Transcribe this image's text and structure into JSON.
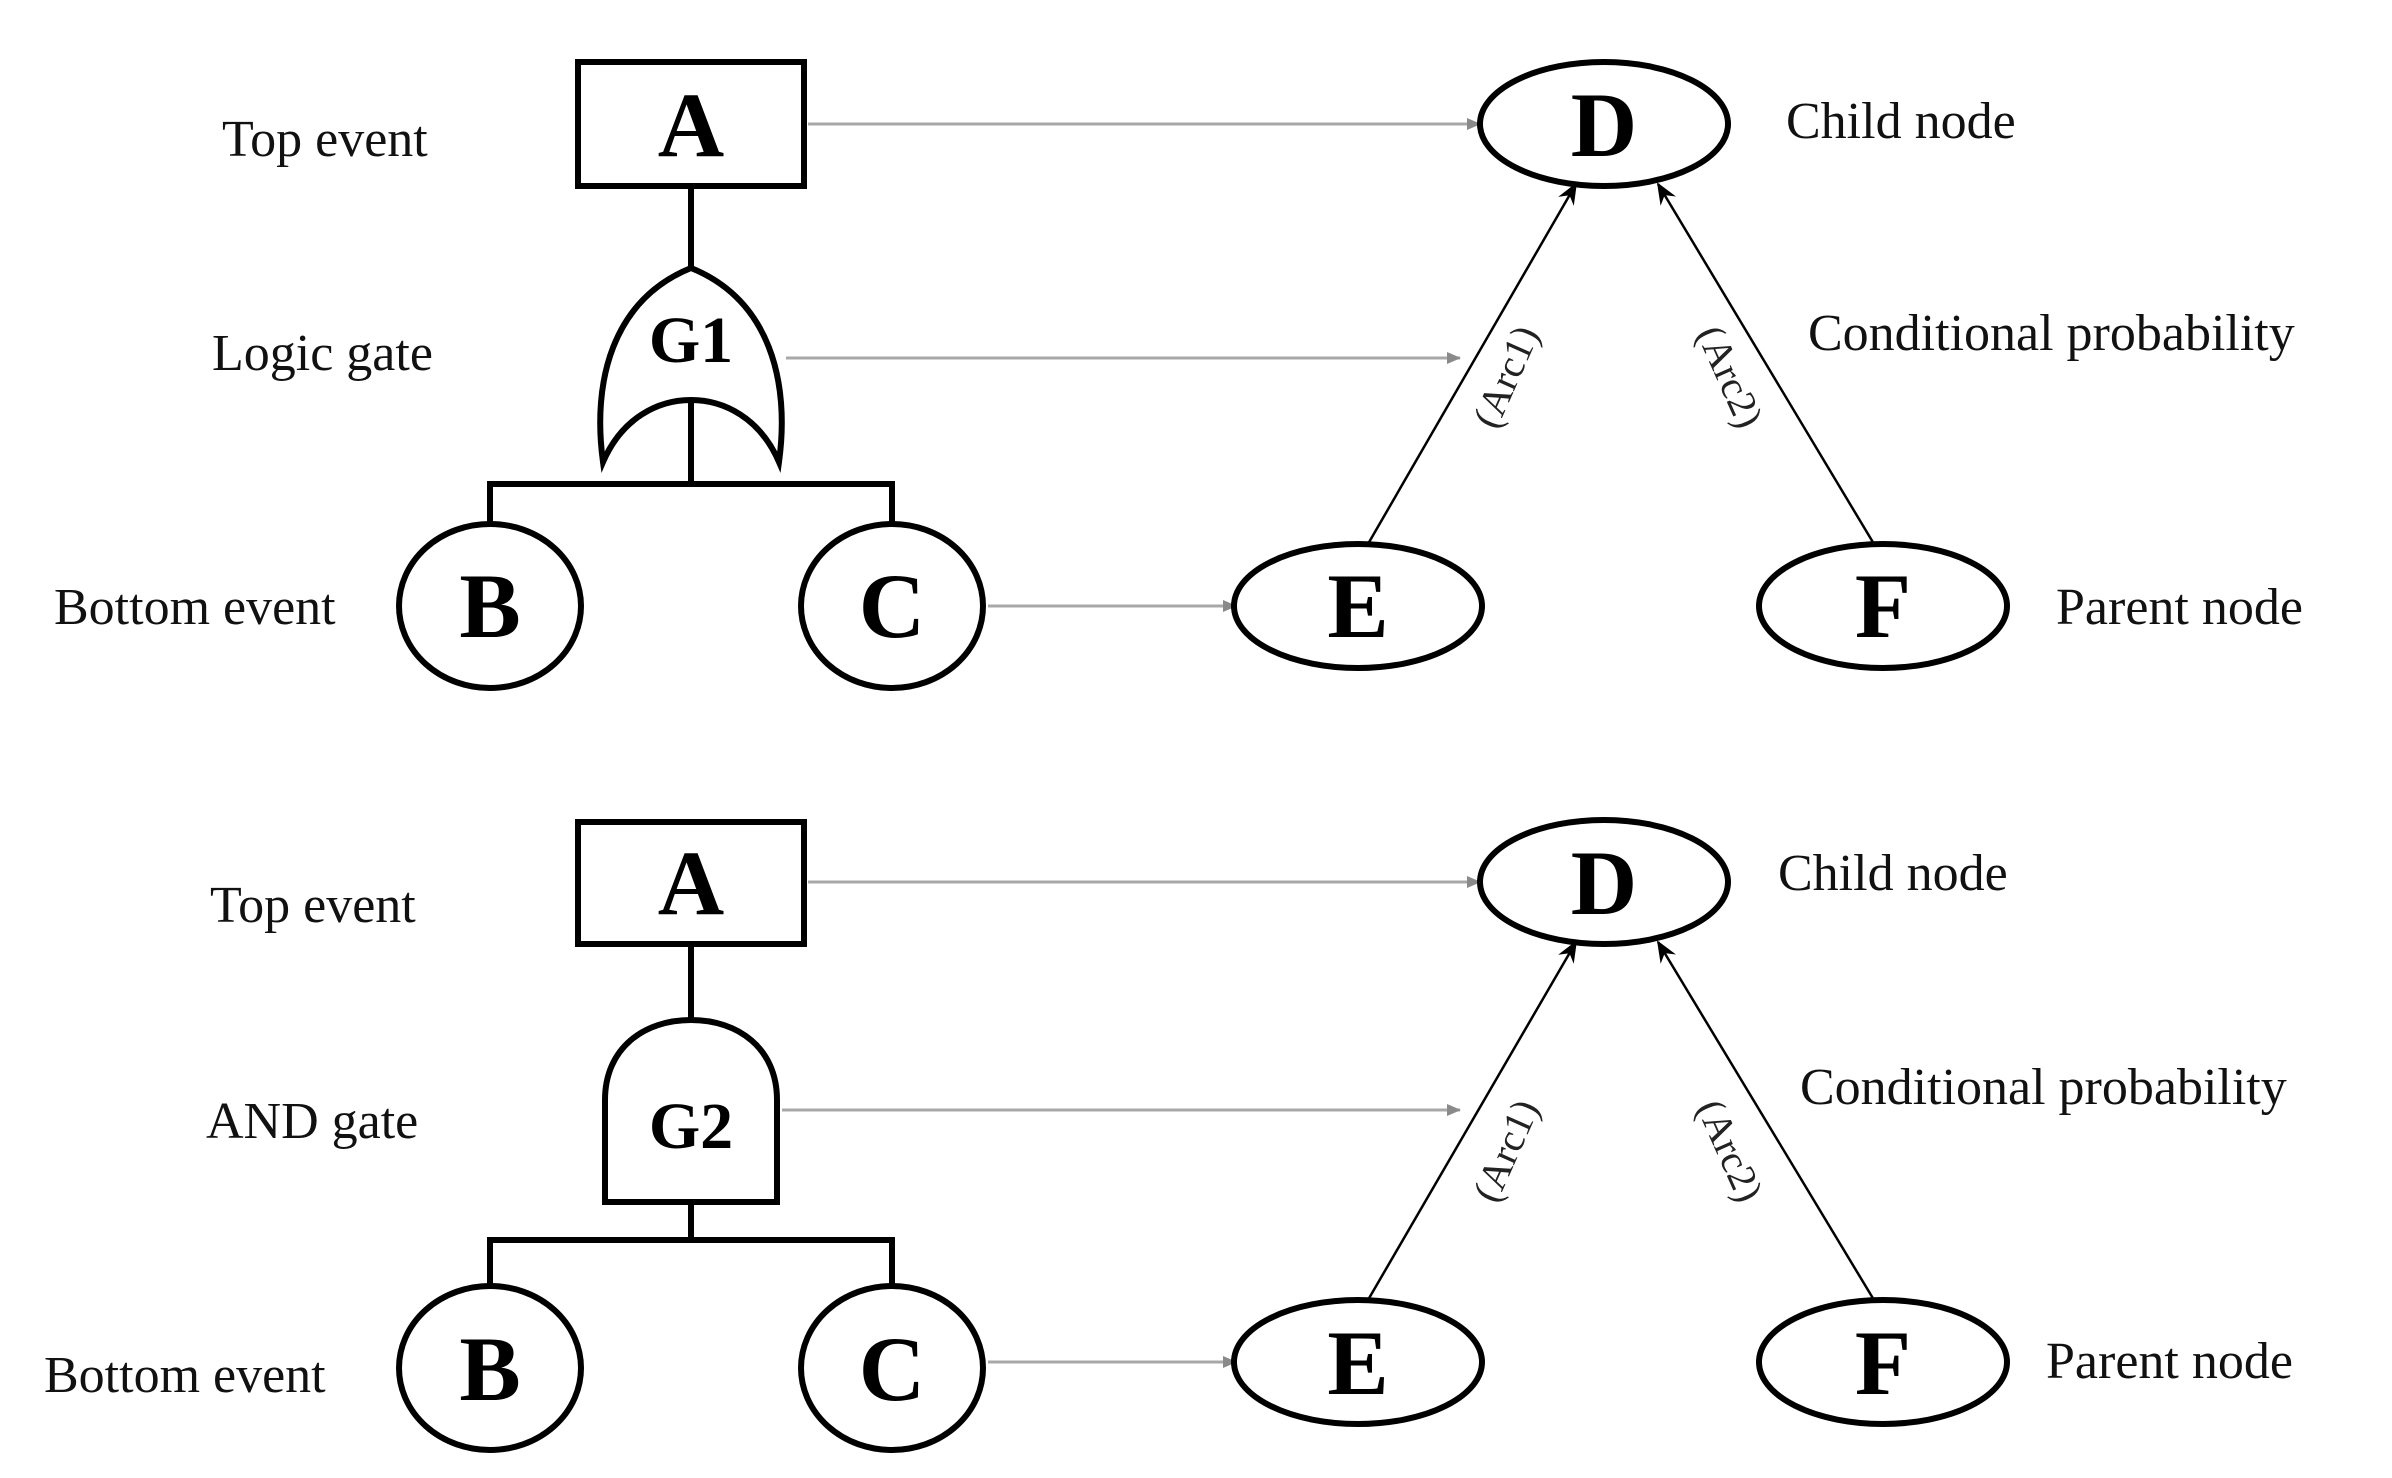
{
  "panels": [
    {
      "fault_tree": {
        "top_event_label": "Top event",
        "gate_label": "Logic gate",
        "bottom_event_label": "Bottom event",
        "top_event": "A",
        "gate": "G1",
        "gate_type": "OR",
        "bottom_left": "B",
        "bottom_right": "C"
      },
      "bayesian_network": {
        "child_node_label": "Child node",
        "conditional_probability_label": "Conditional probability",
        "parent_node_label": "Parent node",
        "child": "D",
        "parent_left": "E",
        "parent_right": "F",
        "arc1": "(Arc1)",
        "arc2": "(Arc2)"
      }
    },
    {
      "fault_tree": {
        "top_event_label": "Top event",
        "gate_label": "AND gate",
        "bottom_event_label": "Bottom event",
        "top_event": "A",
        "gate": "G2",
        "gate_type": "AND",
        "bottom_left": "B",
        "bottom_right": "C"
      },
      "bayesian_network": {
        "child_node_label": "Child node",
        "conditional_probability_label": "Conditional probability",
        "parent_node_label": "Parent node",
        "child": "D",
        "parent_left": "E",
        "parent_right": "F",
        "arc1": "(Arc1)",
        "arc2": "(Arc2)"
      }
    }
  ],
  "colors": {
    "stroke": "#000000",
    "mapping_arrow": "#a8a8a8",
    "background": "#ffffff"
  }
}
